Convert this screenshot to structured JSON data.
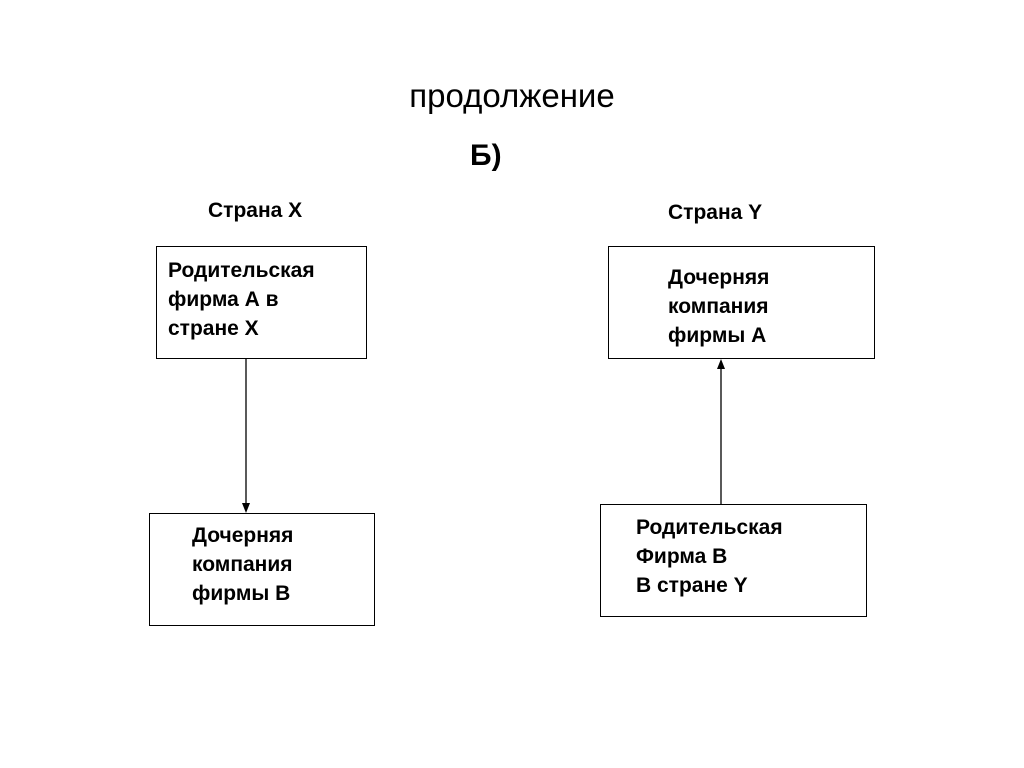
{
  "title": "продолжение",
  "subtitle": "Б)",
  "left_column": {
    "country_label": "Страна X",
    "top_box": [
      "Родительская",
      "фирма А в",
      "стране X"
    ],
    "bottom_box": [
      "Дочерняя",
      "компания",
      "фирмы В"
    ]
  },
  "right_column": {
    "country_label": "Страна Y",
    "top_box": [
      "Дочерняя",
      "компания",
      "фирмы А"
    ],
    "bottom_box": [
      "Родительская",
      "Фирма В",
      "В стране Y"
    ]
  },
  "colors": {
    "line": "#000000",
    "background": "#ffffff"
  }
}
